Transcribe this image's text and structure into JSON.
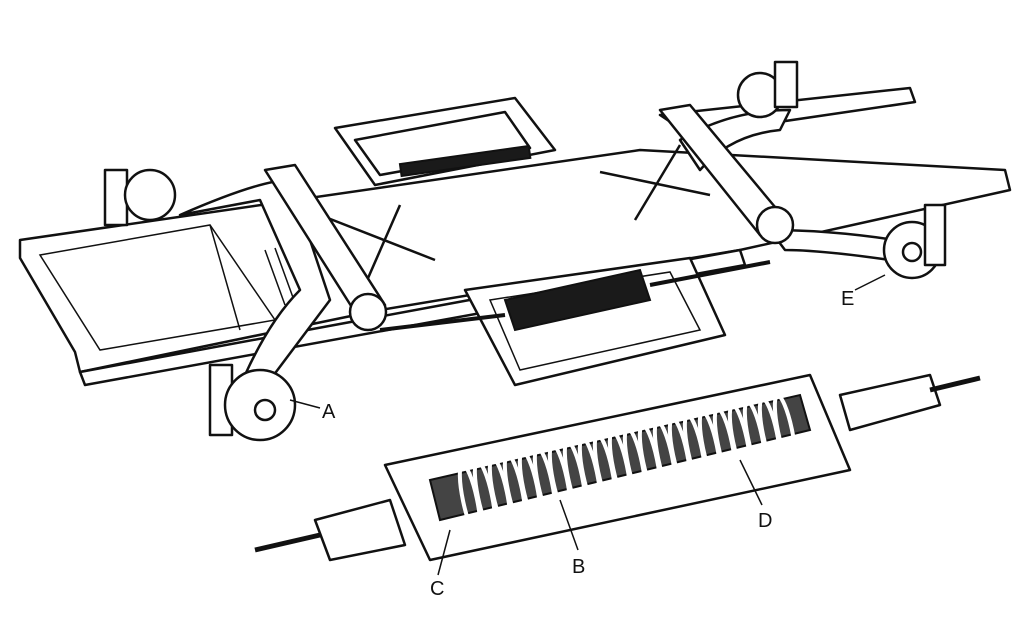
{
  "diagram": {
    "labels": {
      "a": "A",
      "b": "B",
      "c": "C",
      "d": "D",
      "e": "E"
    },
    "colors": {
      "ink": "#111111",
      "paper": "#ffffff"
    }
  }
}
